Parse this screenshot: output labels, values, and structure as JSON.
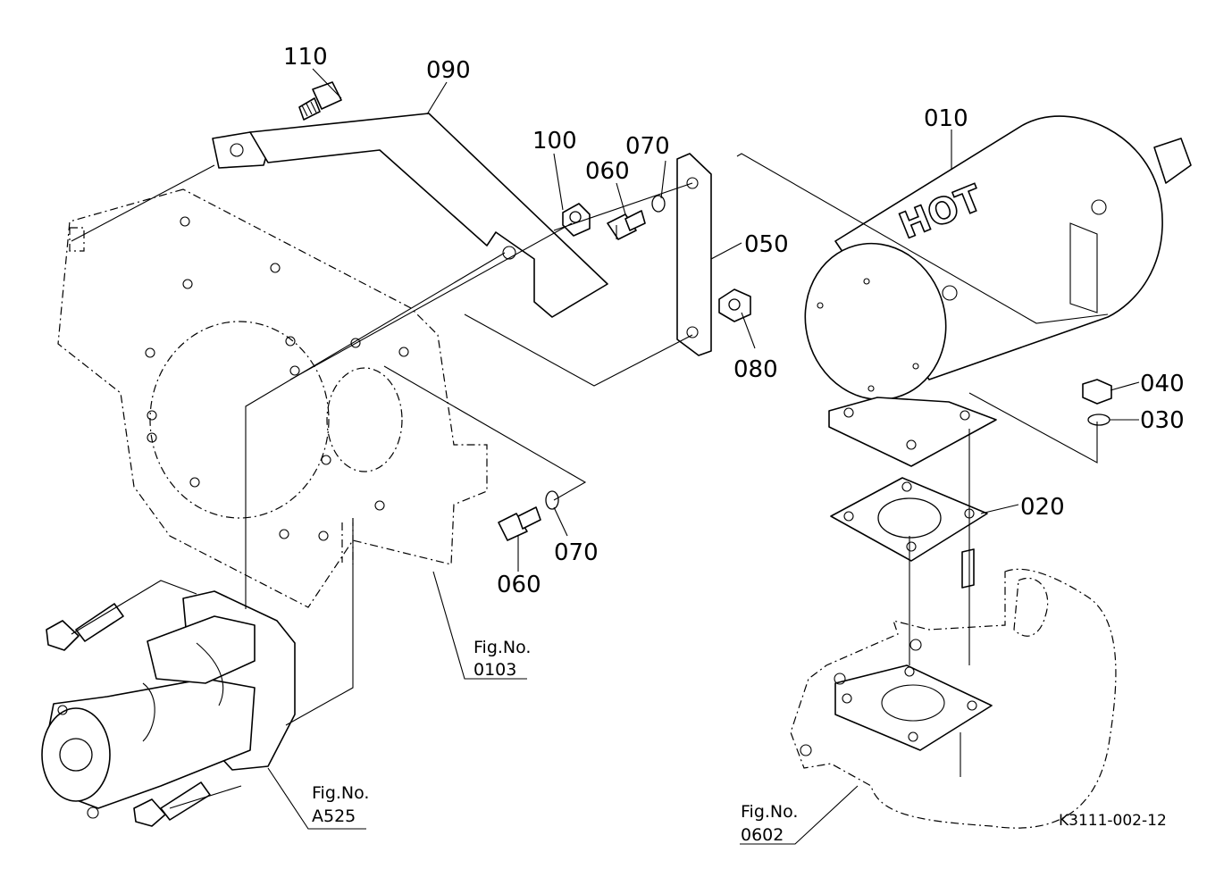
{
  "parts": [
    {
      "label": "110"
    },
    {
      "label": "090"
    },
    {
      "label": "100"
    },
    {
      "label": "070"
    },
    {
      "label": "060"
    },
    {
      "label": "010"
    },
    {
      "label": "050"
    },
    {
      "label": "080"
    },
    {
      "label": "040"
    },
    {
      "label": "030"
    },
    {
      "label": "020"
    },
    {
      "label": "070"
    },
    {
      "label": "060"
    }
  ],
  "figure_refs": [
    {
      "line1": "Fig.No.",
      "line2": "0103"
    },
    {
      "line1": "Fig.No.",
      "line2": "A525"
    },
    {
      "line1": "Fig.No.",
      "line2": "0602"
    }
  ],
  "muffler_text": "HOT",
  "diagram_code": "K3111-002-12"
}
